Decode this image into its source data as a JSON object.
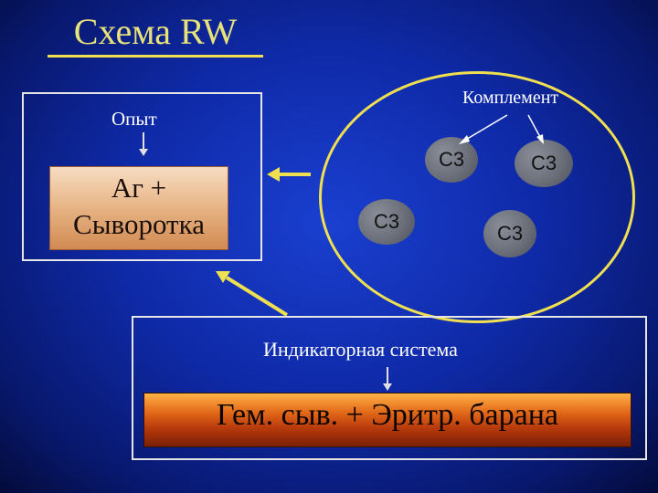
{
  "title": "Схема RW",
  "experiment": {
    "label": "Опыт",
    "reaction_line1": "Аг   +",
    "reaction_line2": "Сыворотка"
  },
  "complement": {
    "label": "Комплемент",
    "nodes": [
      "C3",
      "C3",
      "C3",
      "C3"
    ]
  },
  "indicator": {
    "label": "Индикаторная система",
    "reaction": "Гем. сыв. + Эритр. барана"
  },
  "colors": {
    "background": "#0f2aa8",
    "title_yellow": "#e8e27a",
    "ellipse_yellow": "#f0e050",
    "arrow_yellow": "#f0e050",
    "c3_gray": "#6b6f7a"
  }
}
